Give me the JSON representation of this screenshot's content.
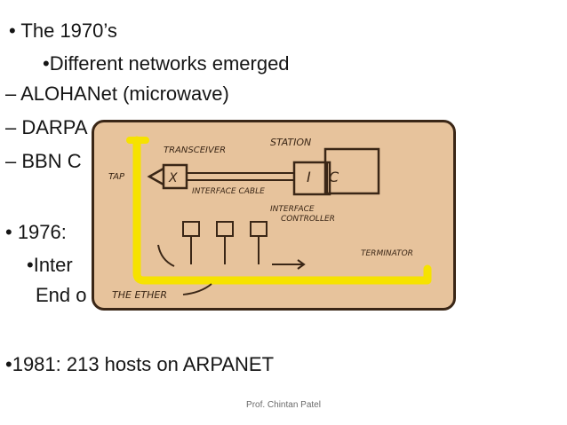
{
  "slide": {
    "lines": [
      "• The 1970’s",
      "•Different networks emerged",
      "– ALOHANet (microwave)",
      "– DARPA",
      "– BBN C",
      "• 1976:",
      "•Inter",
      "End o",
      "•1981: 213 hosts on ARPANET"
    ],
    "footer": "Prof. Chintan Patel"
  },
  "diagram": {
    "labels": {
      "station": "STATION",
      "transceiver": "TRANSCEIVER",
      "tap": "TAP",
      "x": "X",
      "interface_cable": "INTERFACE CABLE",
      "i": "I",
      "c": "C",
      "interface_controller_1": "INTERFACE",
      "interface_controller_2": "CONTROLLER",
      "terminator": "TERMINATOR",
      "ether": "THE ETHER"
    },
    "colors": {
      "background": "#e7c39c",
      "ink": "#3a2616",
      "ether": "#f6e200"
    }
  }
}
